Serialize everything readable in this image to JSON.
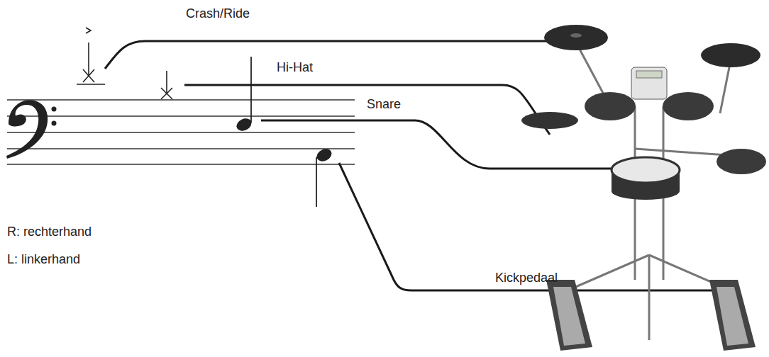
{
  "diagram": {
    "labels": [
      "Crash/Ride",
      "Hi-Hat",
      "Snare",
      "Kickpedaal",
      "R: rechterhand",
      "L: linkerhand"
    ]
  }
}
